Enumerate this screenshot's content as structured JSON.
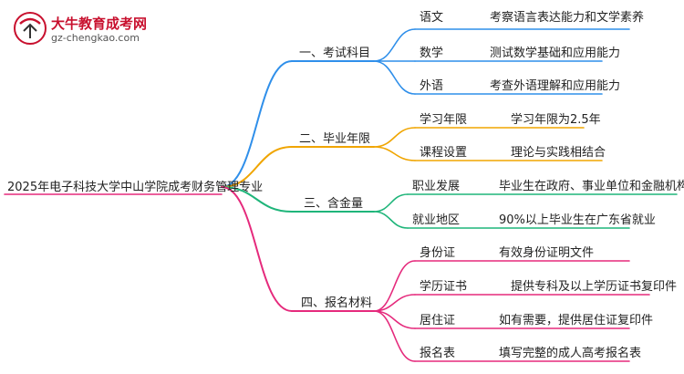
{
  "logo": {
    "title": "大牛教育成考网",
    "url": "gz-chengkao.com"
  },
  "root": "2025年电子科技大学中山学院成考财务管理专业",
  "colors": {
    "branch1": "#2f8fea",
    "branch2": "#f0a500",
    "branch3": "#1fb57a",
    "branch4": "#e52a7c",
    "brand": "#c8102e"
  },
  "branches": [
    {
      "label": "一、考试科目",
      "items": [
        {
          "key": "语文",
          "value": "考察语言表达能力和文学素养"
        },
        {
          "key": "数学",
          "value": "测试数学基础和应用能力"
        },
        {
          "key": "外语",
          "value": "考查外语理解和应用能力"
        }
      ]
    },
    {
      "label": "二、毕业年限",
      "items": [
        {
          "key": "学习年限",
          "value": "学习年限为2.5年"
        },
        {
          "key": "课程设置",
          "value": "理论与实践相结合"
        }
      ]
    },
    {
      "label": "三、含金量",
      "items": [
        {
          "key": "职业发展",
          "value": "毕业生在政府、事业单位和金融机构就业"
        },
        {
          "key": "就业地区",
          "value": "90%以上毕业生在广东省就业"
        }
      ]
    },
    {
      "label": "四、报名材料",
      "items": [
        {
          "key": "身份证",
          "value": "有效身份证明文件"
        },
        {
          "key": "学历证书",
          "value": "提供专科及以上学历证书复印件"
        },
        {
          "key": "居住证",
          "value": "如有需要，提供居住证复印件"
        },
        {
          "key": "报名表",
          "value": "填写完整的成人高考报名表"
        }
      ]
    }
  ]
}
